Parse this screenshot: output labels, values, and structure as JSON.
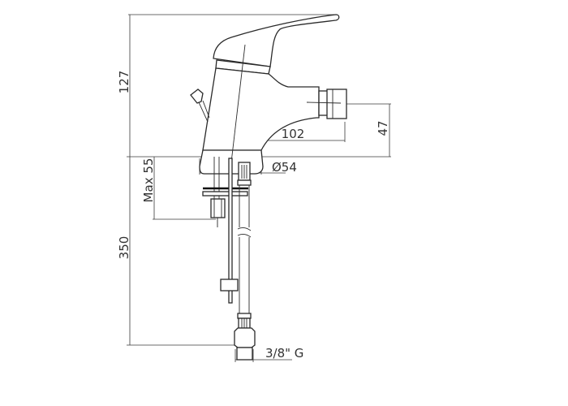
{
  "drawing": {
    "dimensions": {
      "total_height": "127",
      "spout_reach": "102",
      "spout_height": "47",
      "base_diameter": "Ø54",
      "max_deck_thickness": "Max 55",
      "hose_length": "350",
      "connection_thread": "3/8\" G"
    },
    "line_color": "#2a2a2a"
  }
}
